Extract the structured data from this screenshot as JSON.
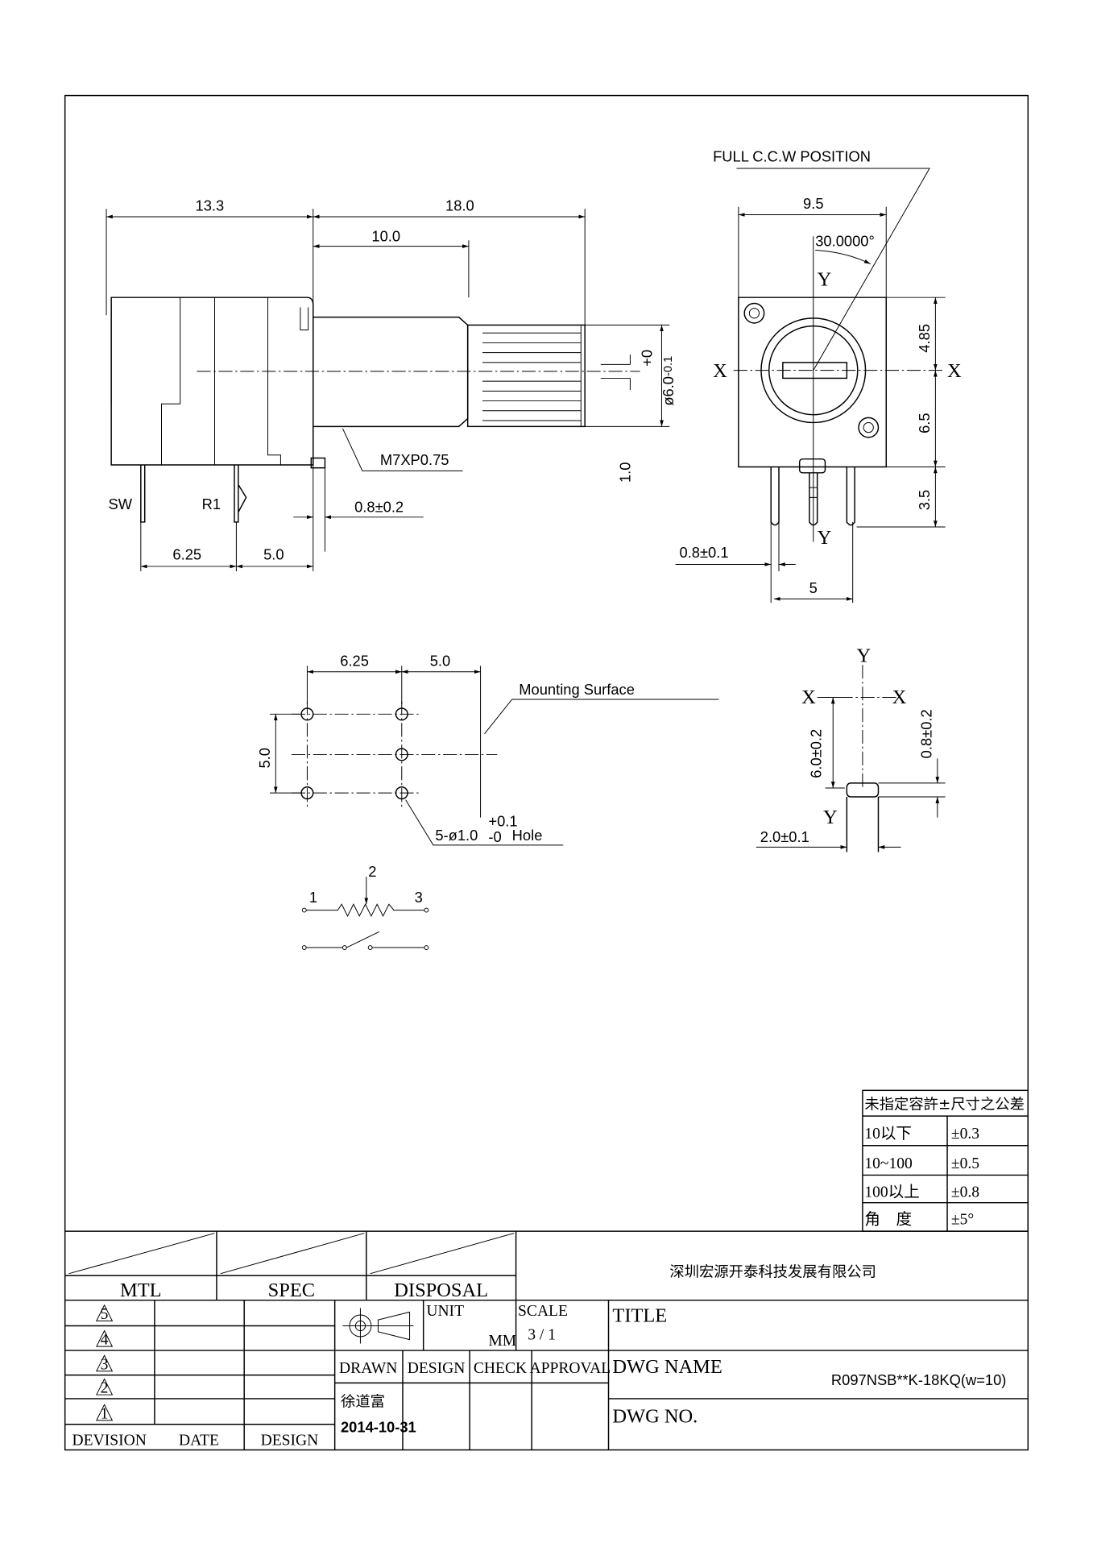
{
  "side_view": {
    "dim_body": "13.3",
    "dim_total": "18.0",
    "dim_bushing": "10.0",
    "shaft_dia": "ø6.0",
    "shaft_tol_plus": "+0",
    "shaft_tol_minus": "-0.1",
    "thread": "M7XP0.75",
    "dim_flat": "1.0",
    "dim_tab": "0.8±0.2",
    "pin_sw": "SW",
    "pin_r1": "R1",
    "pitch_a": "6.25",
    "pitch_b": "5.0"
  },
  "front_view": {
    "note": "FULL  C.C.W POSITION",
    "width": "9.5",
    "angle": "30.0000°",
    "axis_x": "X",
    "axis_y": "Y",
    "dim_top": "4.85",
    "dim_mid": "6.5",
    "dim_pin": "3.5",
    "pin_width": "0.8±0.1",
    "pin_pitch": "5"
  },
  "hole_pattern": {
    "pitch_a": "6.25",
    "pitch_b": "5.0",
    "pitch_v": "5.0",
    "mounting": "Mounting  Surface",
    "hole": "5-ø1.0",
    "hole_tol_plus": "+0.1",
    "hole_tol_minus": "-0",
    "hole_suffix": " Hole"
  },
  "pin_detail": {
    "axis_x": "X",
    "axis_y": "Y",
    "height": "6.0±0.2",
    "thick": "0.8±0.2",
    "width": "2.0±0.1"
  },
  "schematic": {
    "p1": "1",
    "p2": "2",
    "p3": "3"
  },
  "tolerance_table": {
    "header": "未指定容許±尺寸之公差",
    "rows": [
      {
        "range": "10以下",
        "tol": "±0.3"
      },
      {
        "range": "10~100",
        "tol": "±0.5"
      },
      {
        "range": "100以上",
        "tol": "±0.8"
      },
      {
        "range": "角　度",
        "tol": "±5°"
      }
    ]
  },
  "title_block": {
    "mtl": "MTL",
    "spec": "SPEC",
    "disposal": "DISPOSAL",
    "company": "深圳宏源开泰科技发展有限公司",
    "revisions": [
      "5",
      "4",
      "3",
      "2",
      "1"
    ],
    "devision": "DEVISION",
    "date": "DATE",
    "design": "DESIGN",
    "unit_label": "UNIT",
    "unit_value": "MM",
    "scale_label": "SCALE",
    "scale_value": "3 / 1",
    "title_label": "TITLE",
    "drawn": "DRAWN",
    "design_col": "DESIGN",
    "check": "CHECK",
    "approval": "APPROVAL",
    "drawn_by": "徐道富",
    "drawn_date": "2014-10-31",
    "dwg_name_label": "DWG NAME",
    "dwg_name": "R097NSB**K-18KQ(w=10)",
    "dwg_no_label": "DWG NO."
  }
}
